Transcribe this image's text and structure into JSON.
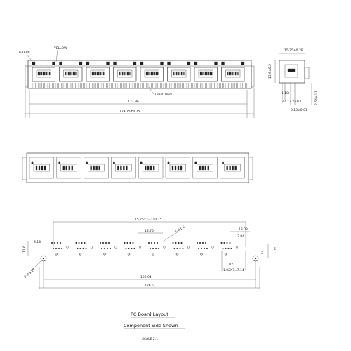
{
  "front_view": {
    "led_left_label": "GREEN",
    "led_right_label": "YELLOW",
    "port_count": 8,
    "dim_inner": "122.94",
    "dim_overall": "124.75±0.25",
    "pin_note": "18±0.1mm"
  },
  "side_view": {
    "dim_top": "15.75±0.2B",
    "dim_height": "13.6±0.2",
    "dim_a": "1.18",
    "dim_b": "3.4",
    "dim_c": "3.2±0.1",
    "dim_d": "3.18±0.01",
    "dim_e": "2.54±0.1"
  },
  "top_view": {
    "port_count": 8
  },
  "pcb_layout": {
    "dim_span": "15.75X7=110.25",
    "dim_pitch": "13.75",
    "dim_hole": "4-∅1.6",
    "dim_right": "13.03",
    "dim_r1": "3.84",
    "dim_left_vert": "11.6",
    "dim_left_small": "3.18",
    "dim_mount": "2-∅3.25",
    "dim_rt_a": "6",
    "dim_rt_b": "3",
    "dim_bot_a": "1.02",
    "dim_bot_b": "1.02X7=7.14",
    "dim_inner": "122.94",
    "dim_outer": "126.5",
    "title": "PC Board Layout",
    "subtitle": "Component Side Shown",
    "scale": "SCALE 2:1"
  }
}
